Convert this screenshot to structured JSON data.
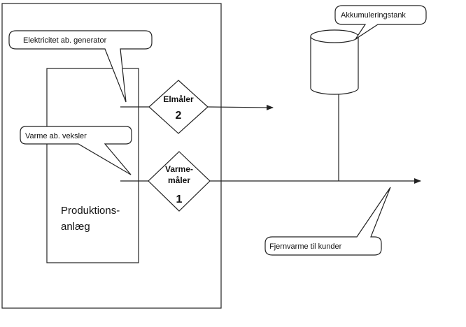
{
  "callouts": {
    "generator": "Elektricitet ab. generator",
    "exchanger": "Varme ab. veksler",
    "tank": "Akkumuleringstank",
    "district_heating": "Fjernvarme til kunder"
  },
  "plant": {
    "line1": "Produktions-",
    "line2": "anlæg"
  },
  "meters": {
    "electric": {
      "name": "Elmåler",
      "number": "2"
    },
    "heat": {
      "name_line1": "Varme-",
      "name_line2": "måler",
      "number": "1"
    }
  },
  "colors": {
    "line": "#222222",
    "background": "#ffffff"
  }
}
